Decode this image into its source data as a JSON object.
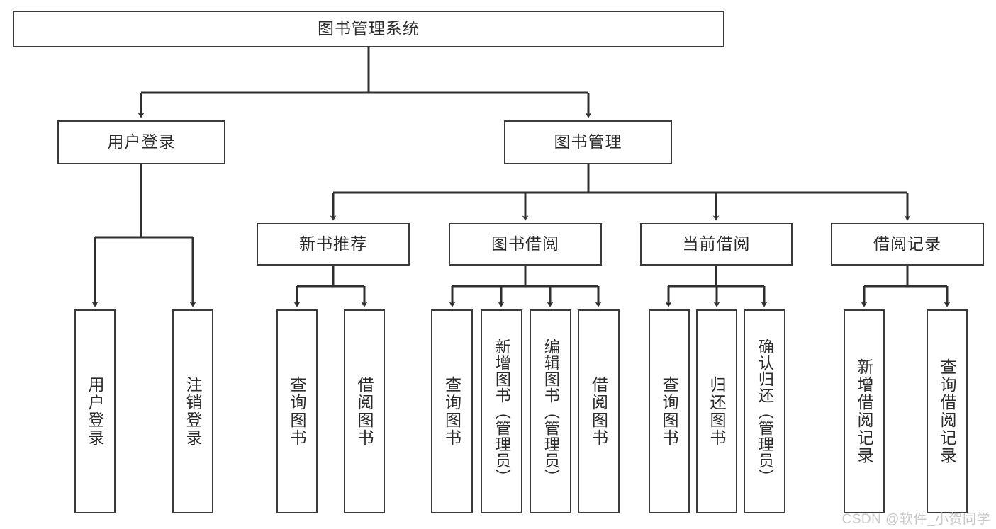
{
  "diagram": {
    "title": "图书管理系统",
    "type": "hierarchy-tree",
    "colors": {
      "box_border": "#3b3b3b",
      "box_fill": "#ffffff",
      "text": "#2b2b2b",
      "edge": "#2f2f2f",
      "watermark": "#c9c9c9",
      "background": "#ffffff"
    },
    "root": {
      "label": "图书管理系统"
    },
    "level2": [
      {
        "label": "用户登录"
      },
      {
        "label": "图书管理"
      }
    ],
    "level3": [
      {
        "label": "新书推荐"
      },
      {
        "label": "图书借阅"
      },
      {
        "label": "当前借阅"
      },
      {
        "label": "借阅记录"
      }
    ],
    "leaves": [
      {
        "label": "用户登录"
      },
      {
        "label": "注销登录"
      },
      {
        "label": "查询图书"
      },
      {
        "label": "借阅图书"
      },
      {
        "label": "查询图书"
      },
      {
        "label": "新增图书（管理员）"
      },
      {
        "label": "编辑图书（管理员）"
      },
      {
        "label": "借阅图书"
      },
      {
        "label": "查询图书"
      },
      {
        "label": "归还图书"
      },
      {
        "label": "确认归还（管理员）"
      },
      {
        "label": "新增借阅记录"
      },
      {
        "label": "查询借阅记录"
      }
    ]
  },
  "watermark": {
    "text": "CSDN @软件_小贺同学"
  }
}
